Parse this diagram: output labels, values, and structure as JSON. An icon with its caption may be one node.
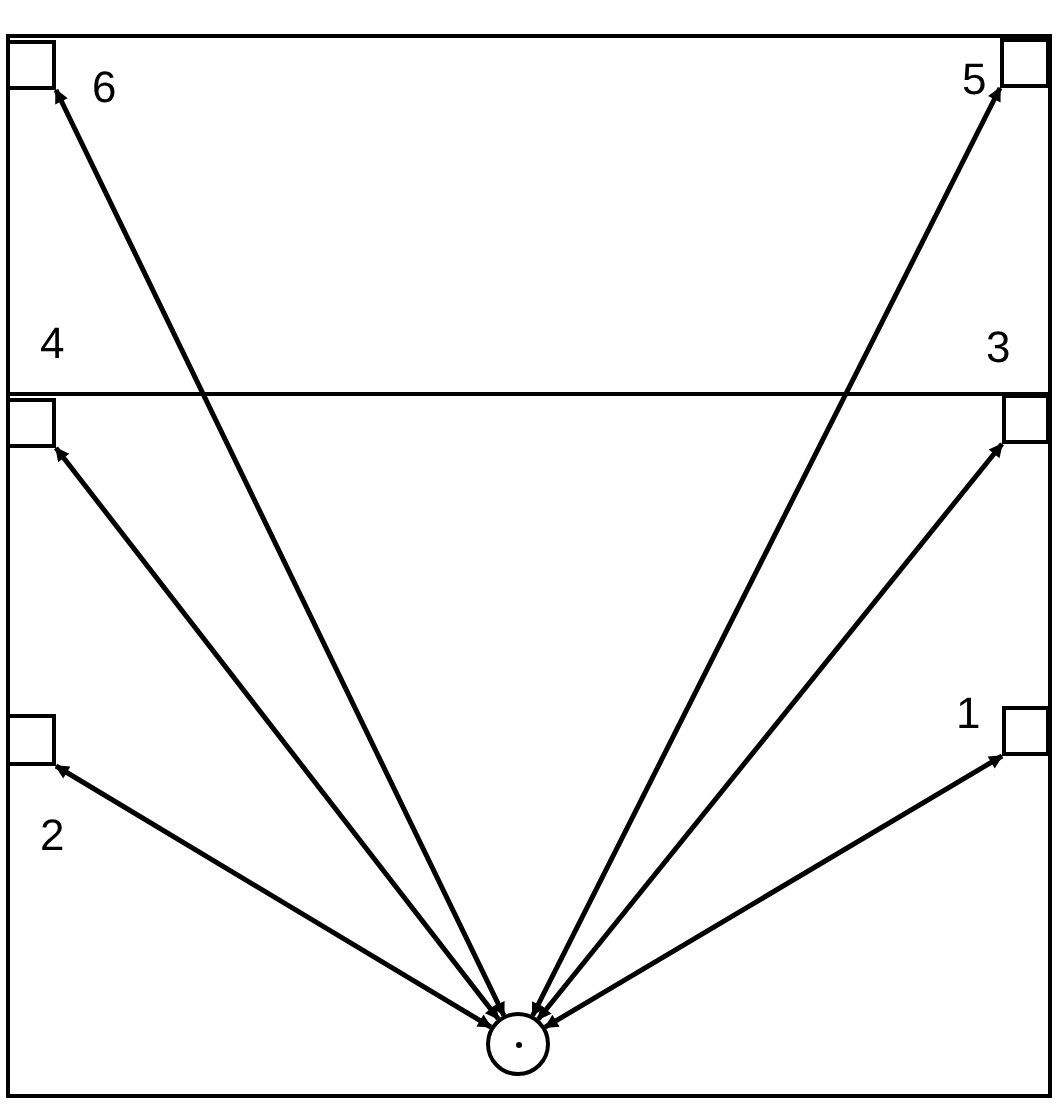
{
  "diagram": {
    "nodes": [
      {
        "text": [],
        "shape": "box",
        "beside": [
          "6"
        ]
      },
      {
        "text": [],
        "shape": "box",
        "beside": [
          "5"
        ]
      },
      {
        "text": [],
        "shape": "box",
        "beside": [
          "4"
        ]
      },
      {
        "text": [],
        "shape": "box",
        "beside": [
          "3"
        ]
      },
      {
        "text": [],
        "shape": "box",
        "beside": [
          "2"
        ]
      },
      {
        "text": [],
        "shape": "box",
        "beside": [
          "1"
        ]
      },
      {
        "text": [],
        "shape": "circle"
      }
    ],
    "edges": [
      {
        "from": 6,
        "to": 0,
        "arrow": "both"
      },
      {
        "from": 6,
        "to": 1,
        "arrow": "both"
      },
      {
        "from": 6,
        "to": 2,
        "arrow": "both"
      },
      {
        "from": 6,
        "to": 3,
        "arrow": "both"
      },
      {
        "from": 6,
        "to": 4,
        "arrow": "both"
      },
      {
        "from": 6,
        "to": 5,
        "arrow": "both"
      }
    ]
  }
}
